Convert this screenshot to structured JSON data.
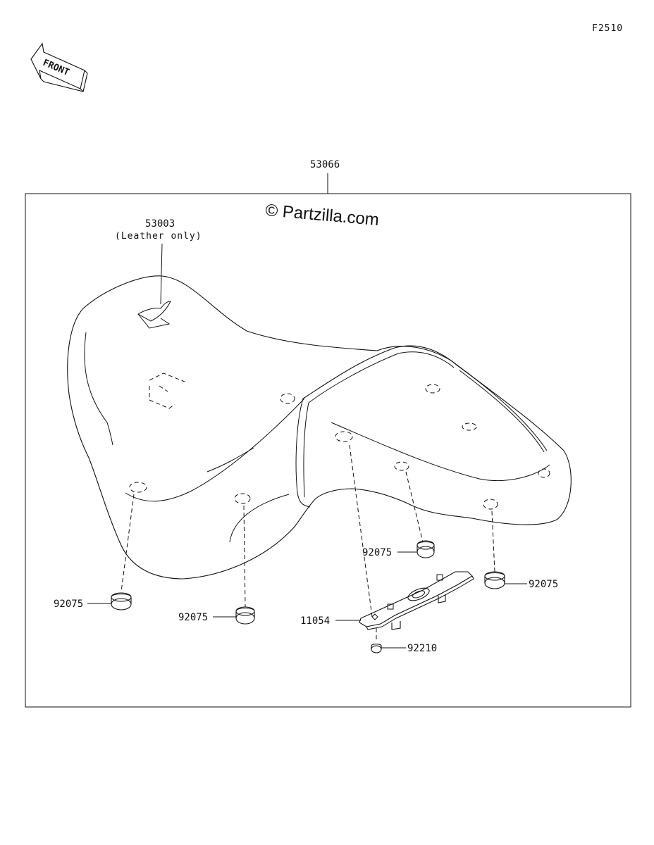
{
  "figure_code": "F2510",
  "front_arrow": {
    "text": "FRONT",
    "icon": "front-direction-arrow-icon"
  },
  "assembly": {
    "part_no": "53066"
  },
  "watermark": {
    "text": "© Partzilla.com"
  },
  "parts": {
    "emblem": {
      "part_no": "53003",
      "note": "(Leather only)"
    },
    "damper_front_left": {
      "part_no": "92075"
    },
    "damper_center_left": {
      "part_no": "92075"
    },
    "damper_center_right": {
      "part_no": "92075"
    },
    "damper_rear_right": {
      "part_no": "92075"
    },
    "bracket": {
      "part_no": "11054"
    },
    "nut": {
      "part_no": "92210"
    }
  }
}
